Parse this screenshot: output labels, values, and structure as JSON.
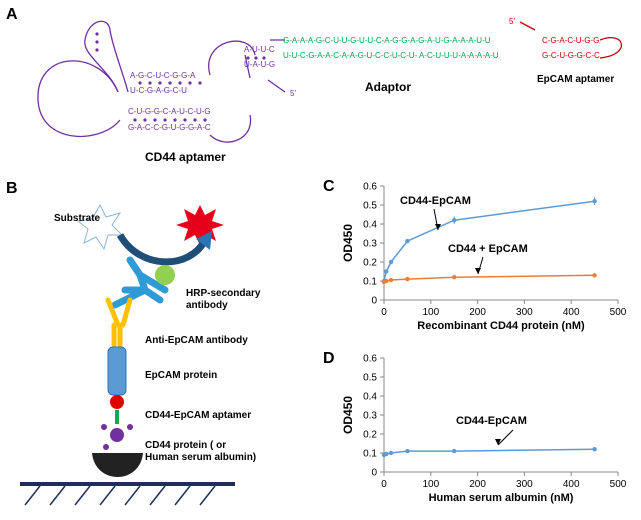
{
  "panels": {
    "a": "A",
    "b": "B",
    "c": "C",
    "d": "D"
  },
  "panel_a": {
    "cd44_label": "CD44 aptamer",
    "adaptor_label": "Adaptor",
    "epcam_label": "EpCAM aptamer",
    "end_5_left": "5'",
    "end_5_right": "5'",
    "adaptor_top": "G-A-A-A-G-C-U-U-G-U-U-C-A-G-G-A-G-A-U-G-A-A-A-U-U",
    "adaptor_bottom": "U-U-C-G-A-A-C-A-A-G-U-C-C-U-C-U- A-C-U-U-U-A-A-A-A-U",
    "epcam_top": "C-G-A-C-U-G-G",
    "epcam_bottom": "G-C-U-G-G-C-C",
    "stem1_top": "A-G-C-U-C-G-G-A",
    "stem1_bottom": "U-C-G-A-G-C-U",
    "stem2_top": "C-U-G-G-C-A-U-C-U-G",
    "stem2_bottom": "G-A-C-C-G-U-G-G-A-C",
    "stem3_top": "A-U-U-C",
    "stem3_bottom": "U-A-U-G",
    "colors": {
      "cd44": "#7030a0",
      "adaptor": "#00a650",
      "epcam": "#c00000"
    }
  },
  "panel_b": {
    "substrate": "Substrate",
    "hrp": "HRP-secondary\nantibody",
    "anti_epcam": "Anti-EpCAM antibody",
    "epcam_protein": "EpCAM protein",
    "aptamer": "CD44-EpCAM aptamer",
    "cd44_protein": "CD44 protein ( or\nHuman serum albumin)"
  },
  "chart_data": [
    {
      "type": "line",
      "panel": "C",
      "xlabel": "Recombinant CD44 protein (nM)",
      "ylabel": "OD450",
      "xlim": [
        0,
        500
      ],
      "ylim": [
        0,
        0.6
      ],
      "xticks": [
        0,
        100,
        200,
        300,
        400,
        500
      ],
      "yticks": [
        0,
        0.1,
        0.2,
        0.3,
        0.4,
        0.5,
        0.6
      ],
      "series": [
        {
          "name": "CD44-EpCAM",
          "color": "#5b9bd5",
          "x": [
            0,
            5,
            15,
            50,
            150,
            450
          ],
          "y": [
            0.1,
            0.15,
            0.2,
            0.31,
            0.42,
            0.52
          ],
          "err": [
            0.005,
            0.01,
            0.01,
            0.01,
            0.02,
            0.02
          ]
        },
        {
          "name": "CD44 + EpCAM",
          "color": "#ed7d31",
          "x": [
            0,
            5,
            15,
            50,
            150,
            450
          ],
          "y": [
            0.095,
            0.1,
            0.105,
            0.11,
            0.12,
            0.13
          ],
          "err": [
            0.005,
            0.005,
            0.005,
            0.005,
            0.005,
            0.005
          ]
        }
      ],
      "annotations": [
        {
          "text": "CD44-EpCAM",
          "series": 0
        },
        {
          "text": "CD44 + EpCAM",
          "series": 1
        }
      ],
      "grid": false
    },
    {
      "type": "line",
      "panel": "D",
      "xlabel": "Human serum albumin (nM)",
      "ylabel": "OD450",
      "xlim": [
        0,
        500
      ],
      "ylim": [
        0,
        0.6
      ],
      "xticks": [
        0,
        100,
        200,
        300,
        400,
        500
      ],
      "yticks": [
        0,
        0.1,
        0.2,
        0.3,
        0.4,
        0.5,
        0.6
      ],
      "series": [
        {
          "name": "CD44-EpCAM",
          "color": "#5b9bd5",
          "x": [
            0,
            5,
            15,
            50,
            150,
            450
          ],
          "y": [
            0.09,
            0.095,
            0.1,
            0.11,
            0.11,
            0.12
          ],
          "err": [
            0.005,
            0.005,
            0.005,
            0.005,
            0.005,
            0.005
          ]
        }
      ],
      "annotations": [
        {
          "text": "CD44-EpCAM",
          "series": 0
        }
      ],
      "grid": false
    }
  ]
}
